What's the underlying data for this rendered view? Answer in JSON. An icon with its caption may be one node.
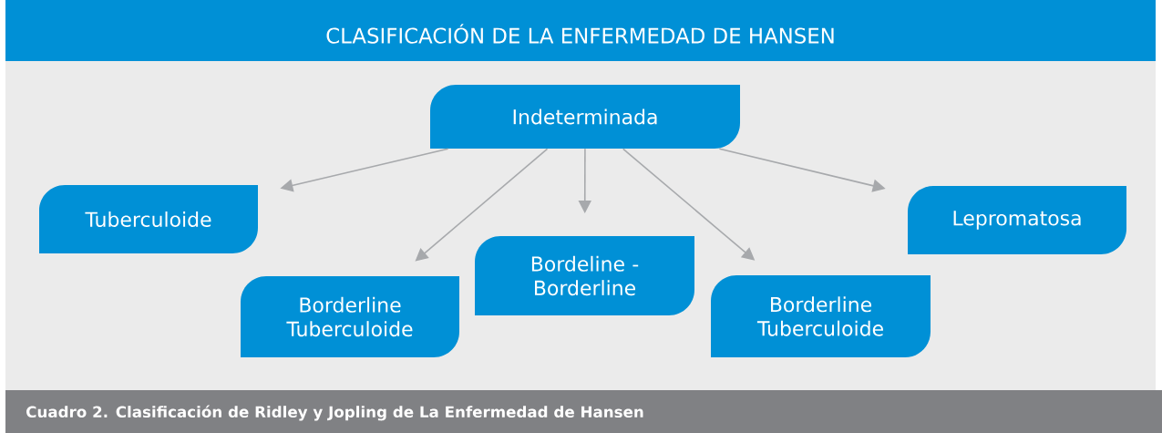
{
  "diagram": {
    "title": "CLASIFICACIÓN DE LA ENFERMEDAD DE HANSEN",
    "caption": "Cuadro 2. Clasificación de Ridley y Jopling de La Enfermedad de Hansen",
    "nodes": [
      {
        "text": [
          "Indeterminada"
        ]
      },
      {
        "text": [
          "Tuberculoide"
        ]
      },
      {
        "text": [
          "Borderline Tuberculoide"
        ]
      },
      {
        "text": [
          "Bordeline - Borderline"
        ]
      },
      {
        "text": [
          "Borderline Tuberculoide"
        ]
      },
      {
        "text": [
          "Lepromatosa"
        ]
      }
    ],
    "edges": [
      {
        "from": 0,
        "to": 1,
        "arrow": "to"
      },
      {
        "from": 0,
        "to": 2,
        "arrow": "to"
      },
      {
        "from": 0,
        "to": 3,
        "arrow": "to"
      },
      {
        "from": 0,
        "to": 4,
        "arrow": "to"
      },
      {
        "from": 0,
        "to": 5,
        "arrow": "to"
      }
    ]
  }
}
